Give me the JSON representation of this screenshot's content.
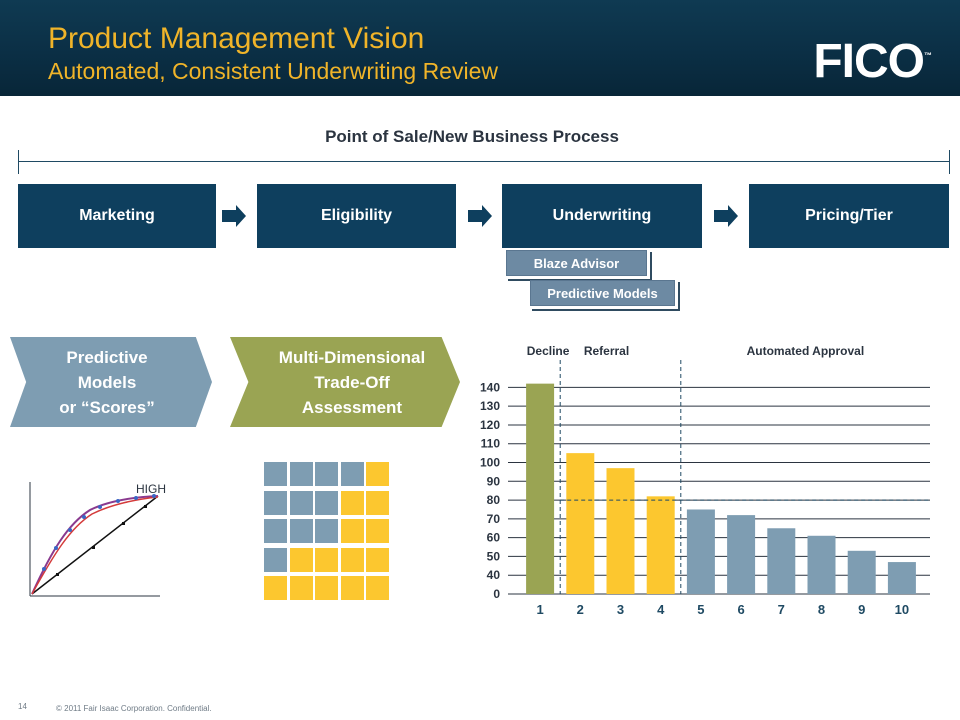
{
  "header": {
    "title": "Product Management Vision",
    "subtitle": "Automated, Consistent Underwriting Review",
    "logo": "FICO",
    "logo_mark": "™"
  },
  "process": {
    "title": "Point of Sale/New Business Process",
    "stages": [
      "Marketing",
      "Eligibility",
      "Underwriting",
      "Pricing/Tier"
    ],
    "tools": [
      "Blaze Advisor",
      "Predictive Models"
    ]
  },
  "chevrons": {
    "predictive": [
      "Predictive",
      "Models",
      "or “Scores”"
    ],
    "tradeoff": [
      "Multi-Dimensional",
      "Trade-Off",
      "Assessment"
    ]
  },
  "curve": {
    "high_label": "HIGH"
  },
  "matrix": {
    "rows": 5,
    "cols": 5,
    "colors": {
      "blue": "#7e9db2",
      "yellow": "#fcc72f"
    },
    "pattern": [
      [
        "blue",
        "blue",
        "blue",
        "blue",
        "yellow"
      ],
      [
        "blue",
        "blue",
        "blue",
        "yellow",
        "yellow"
      ],
      [
        "blue",
        "blue",
        "blue",
        "yellow",
        "yellow"
      ],
      [
        "blue",
        "yellow",
        "yellow",
        "yellow",
        "yellow"
      ],
      [
        "yellow",
        "yellow",
        "yellow",
        "yellow",
        "yellow"
      ]
    ]
  },
  "chart_data": {
    "type": "bar",
    "categories": [
      "1",
      "2",
      "3",
      "4",
      "5",
      "6",
      "7",
      "8",
      "9",
      "10"
    ],
    "values": [
      142,
      105,
      97,
      82,
      75,
      72,
      65,
      61,
      53,
      47
    ],
    "y_tick_labels": [
      "0",
      "40",
      "50",
      "60",
      "70",
      "80",
      "90",
      "100",
      "110",
      "120",
      "130",
      "140"
    ],
    "y_tick_values": [
      30,
      40,
      50,
      60,
      70,
      80,
      90,
      100,
      110,
      120,
      130,
      140
    ],
    "ylim": [
      30,
      145
    ],
    "segments": [
      "Decline",
      "Referral",
      "Automated Approval"
    ],
    "segment_colors": [
      "#9aa453",
      "#fcc72f",
      "#7e9db2"
    ],
    "bar_segment": [
      0,
      1,
      1,
      1,
      2,
      2,
      2,
      2,
      2,
      2
    ],
    "reference_line": 80,
    "grid": true
  },
  "footer": {
    "page": "14",
    "copyright": "© 2011 Fair Isaac Corporation. Confidential."
  }
}
